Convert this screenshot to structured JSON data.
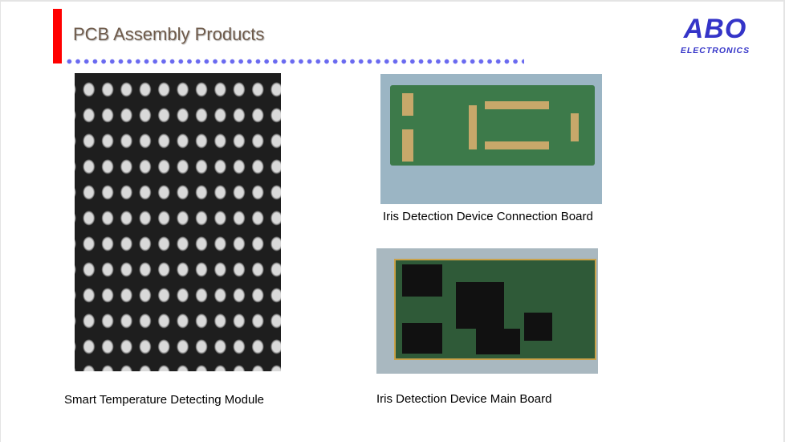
{
  "slide": {
    "title": "PCB Assembly Products",
    "accent_color": "#ff0000",
    "dot_color": "#6a6af0"
  },
  "logo": {
    "name": "ABO",
    "subtitle": "ELECTRONICS",
    "color": "#3434c8"
  },
  "products": [
    {
      "caption": "Smart Temperature Detecting Module"
    },
    {
      "caption": "Iris Detection Device Connection Board"
    },
    {
      "caption": "Iris Detection Device Main Board"
    }
  ]
}
